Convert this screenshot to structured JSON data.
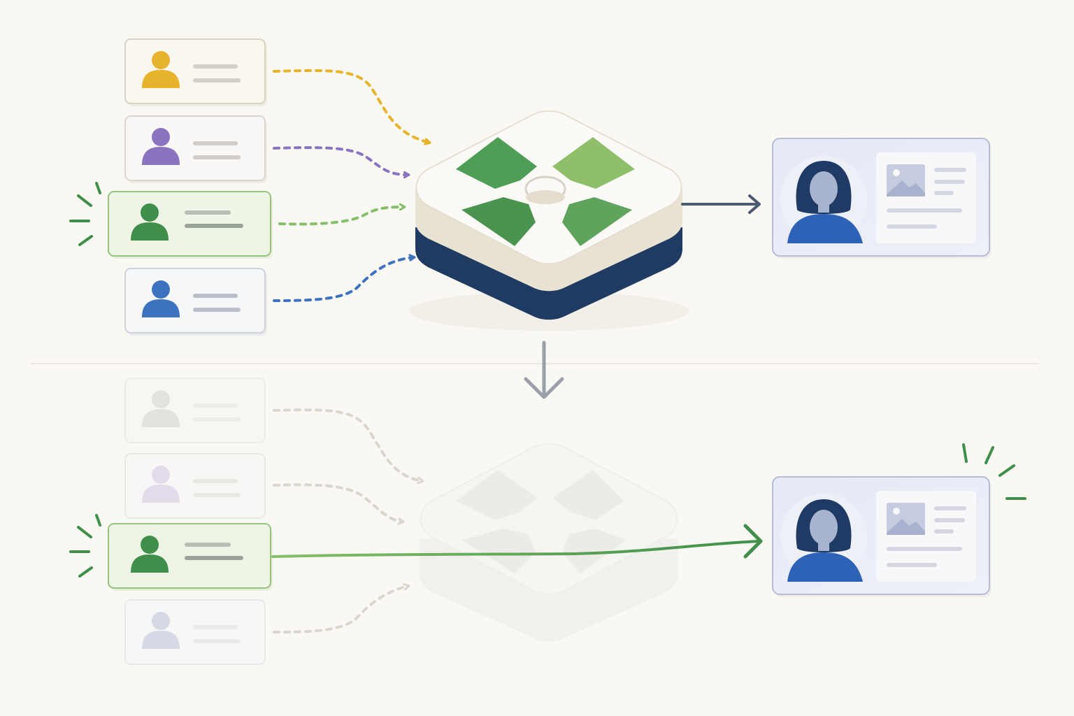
{
  "colors": {
    "background": "#faf8f3",
    "yellow": "#e8b32c",
    "purple": "#8a74c0",
    "green": "#3f8f4a",
    "light_green": "#86bf6a",
    "blue": "#3c72c0",
    "navy": "#1f3b62",
    "connector": "#4a5a70",
    "faded": "#d8d6d0"
  },
  "top_section": {
    "user_cards": [
      {
        "color": "yellow",
        "icon": "user-icon",
        "state": "normal"
      },
      {
        "color": "purple",
        "icon": "user-icon",
        "state": "normal"
      },
      {
        "color": "green",
        "icon": "user-icon",
        "state": "highlighted"
      },
      {
        "color": "blue",
        "icon": "user-icon",
        "state": "normal"
      }
    ],
    "hub": {
      "icon": "green-puzzle-cross-icon",
      "shape": "isometric-block"
    },
    "output": {
      "type": "profile-card",
      "icons": [
        "woman-avatar-icon",
        "image-placeholder-icon"
      ]
    }
  },
  "bottom_section": {
    "user_cards": [
      {
        "color": "yellow",
        "icon": "user-icon",
        "state": "faded"
      },
      {
        "color": "purple",
        "icon": "user-icon",
        "state": "faded"
      },
      {
        "color": "green",
        "icon": "user-icon",
        "state": "highlighted"
      },
      {
        "color": "blue",
        "icon": "user-icon",
        "state": "faded"
      }
    ],
    "hub": {
      "state": "faded"
    },
    "direct_link": {
      "from": "green",
      "to": "profile-card"
    },
    "output": {
      "type": "profile-card",
      "icons": [
        "woman-avatar-icon",
        "image-placeholder-icon"
      ],
      "state": "highlighted"
    }
  },
  "transition_arrow": {
    "icon": "arrow-down-icon"
  }
}
